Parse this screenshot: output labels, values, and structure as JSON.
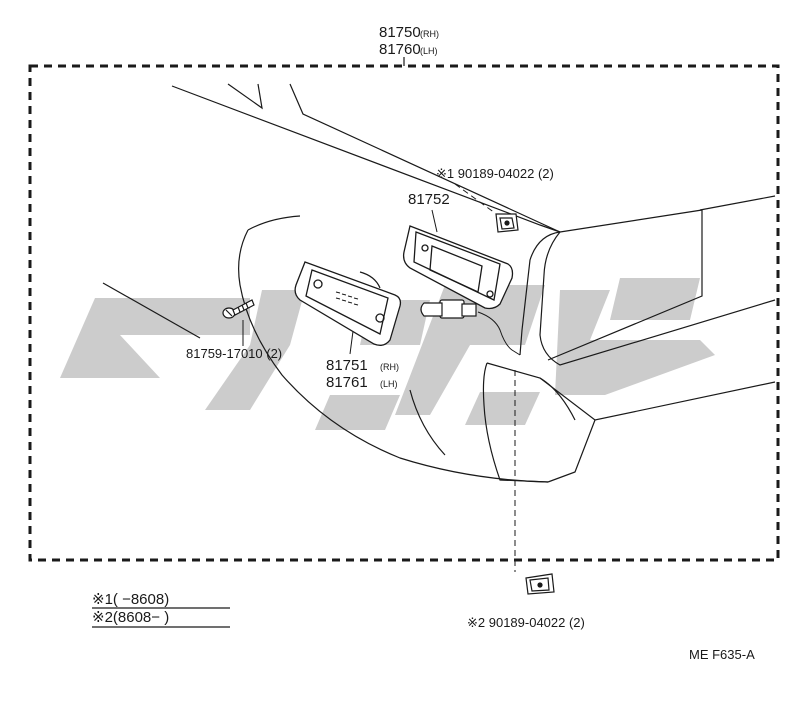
{
  "assembly": {
    "part_rh": "81750",
    "side_rh": "(RH)",
    "part_lh": "81760",
    "side_lh": "(LH)"
  },
  "callouts": {
    "retainer_upper": "※1 90189-04022 (2)",
    "housing": "81752",
    "screw": "81759-17010 (2)",
    "lens_rh": "81751",
    "lens_rh_side": "(RH)",
    "lens_lh": "81761",
    "lens_lh_side": "(LH)",
    "retainer_lower": "※2 90189-04022 (2)"
  },
  "legend": {
    "line1": "※1(     −8608)",
    "line2": "※2(8608−       )"
  },
  "diagram_code": "ME  F635-A",
  "colors": {
    "line": "#1a1a1a",
    "watermark": "#c8c8c8"
  }
}
